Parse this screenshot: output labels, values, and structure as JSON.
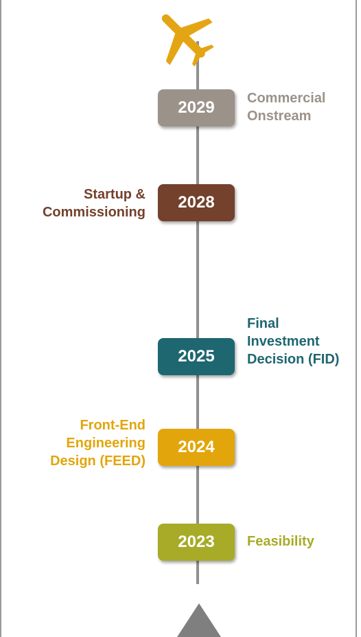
{
  "milestones": [
    {
      "year": "2029",
      "label_lines": [
        "Commercial",
        "Onstream"
      ],
      "color": "#9b928a"
    },
    {
      "year": "2028",
      "label_lines": [
        "Startup &",
        "Commissioning"
      ],
      "color": "#73412c"
    },
    {
      "year": "2025",
      "label_lines": [
        "Final",
        "Investment",
        "Decision (FID)"
      ],
      "color": "#1e6670"
    },
    {
      "year": "2024",
      "label_lines": [
        "Front-End",
        "Engineering",
        "Design (FEED)"
      ],
      "color": "#e2a50b"
    },
    {
      "year": "2023",
      "label_lines": [
        "Feasibility"
      ],
      "color": "#a7ab27"
    }
  ],
  "icons": {
    "top": "airplane-icon",
    "bottom": "triangle-icon"
  },
  "colors": {
    "spine": "#8f8f8f",
    "plane": "#e4a514",
    "frame": "#9a9a9a"
  }
}
